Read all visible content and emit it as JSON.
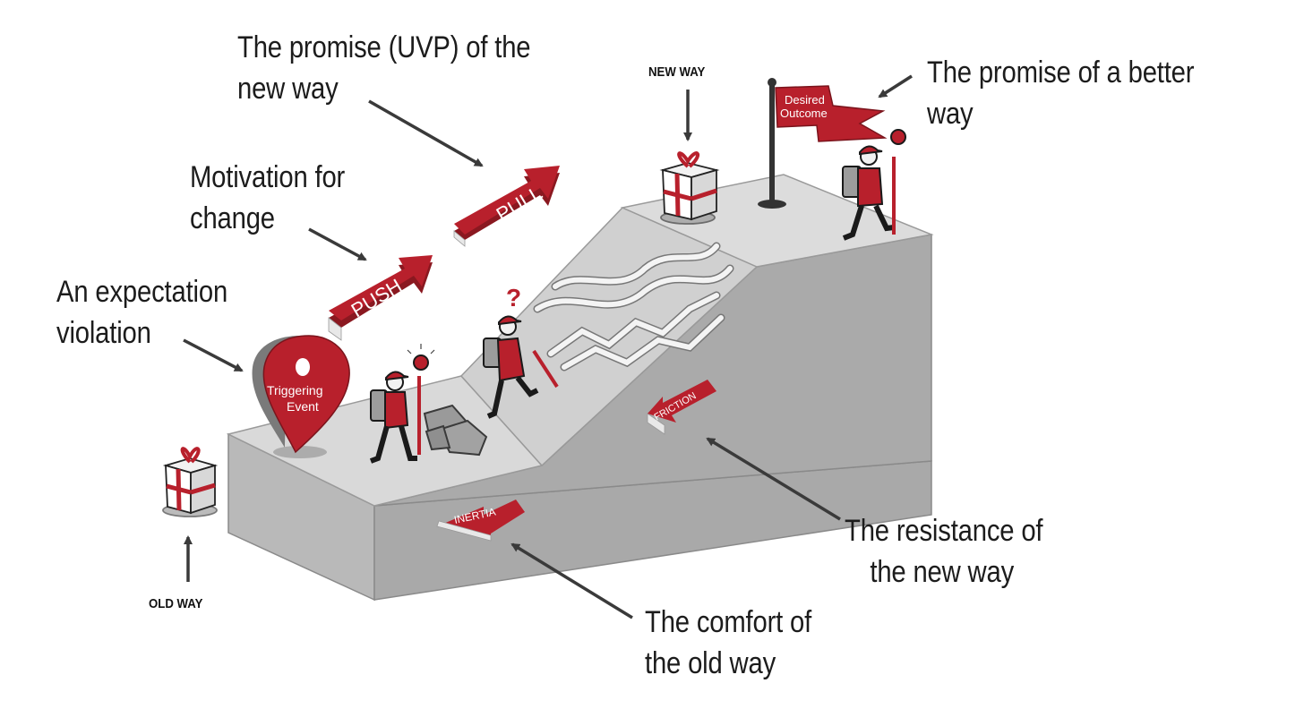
{
  "labels": {
    "promise_uvp": [
      "The promise (UVP) of the",
      "new way"
    ],
    "motivation": [
      "Motivation for",
      "change"
    ],
    "expectation": [
      "An expectation",
      "violation"
    ],
    "promise_better": [
      "The promise of a better",
      "way"
    ],
    "resistance": [
      "The resistance of",
      "the new way"
    ],
    "comfort": [
      "The comfort of",
      "the old way"
    ]
  },
  "markers": {
    "new_way": "NEW WAY",
    "old_way": "OLD WAY"
  },
  "scene": {
    "pull": "PULL",
    "push": "PUSH",
    "friction": "FRICTION",
    "inertia": "INERTIA",
    "pin": [
      "Triggering",
      "Event"
    ],
    "flag": [
      "Desired",
      "Outcome"
    ],
    "question_mark": "?"
  },
  "colors": {
    "accent_red": "#b8202c",
    "block_top": "#d6d6d6",
    "block_front": "#b4b4b4",
    "block_side": "#a6a6a6",
    "text_dark": "#1c1c1c"
  }
}
